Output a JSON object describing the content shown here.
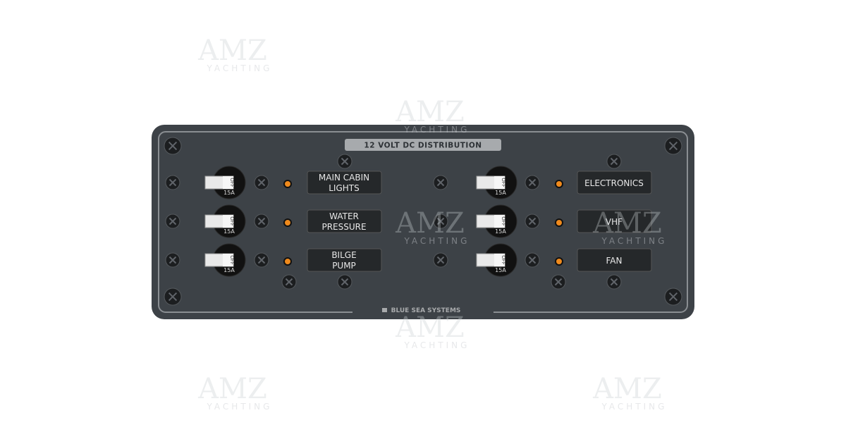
{
  "watermark": {
    "text": "AMZ",
    "subtext": "YACHTING"
  },
  "panel": {
    "title": "12 VOLT DC DISTRIBUTION",
    "brand": "BLUE SEA SYSTEMS",
    "colors": {
      "panel": "#3d4247",
      "label": "#25282a",
      "led": "#f08a1c"
    },
    "circuits": [
      {
        "line1": "MAIN CABIN",
        "line2": "LIGHTS",
        "rating": "15A",
        "switch_text": "OFF"
      },
      {
        "line1": "WATER",
        "line2": "PRESSURE",
        "rating": "15A",
        "switch_text": "OFF"
      },
      {
        "line1": "BILGE",
        "line2": "PUMP",
        "rating": "15A",
        "switch_text": "OFF"
      },
      {
        "line1": "ELECTRONICS",
        "line2": "",
        "rating": "15A",
        "switch_text": "OFF"
      },
      {
        "line1": "VHF",
        "line2": "",
        "rating": "15A",
        "switch_text": "OFF"
      },
      {
        "line1": "FAN",
        "line2": "",
        "rating": "15A",
        "switch_text": "OFF"
      }
    ]
  }
}
